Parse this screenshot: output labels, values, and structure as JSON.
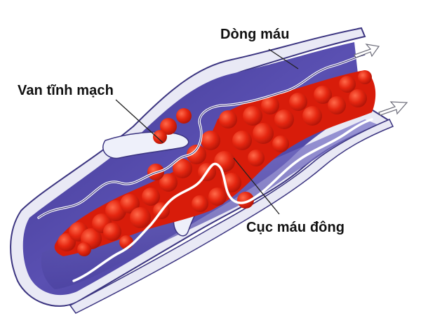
{
  "diagram": {
    "subject": "Blood clot in a vein (deep vein thrombosis illustration)",
    "labels": {
      "blood_flow": "Dòng máu",
      "vein_valve": "Van tĩnh mạch",
      "blood_clot": "Cục máu đông"
    },
    "colors": {
      "vein_wall": "#4a3f9a",
      "vein_inner": "#5b51b0",
      "vein_highlight": "#8c86cf",
      "vein_rim": "#e8e8f4",
      "clot": "#e0220e",
      "clot_highlight": "#ff5a3c",
      "clot_shadow": "#a81206",
      "flow_line": "#ffffff",
      "leader_line": "#222222",
      "text": "#111111"
    }
  }
}
